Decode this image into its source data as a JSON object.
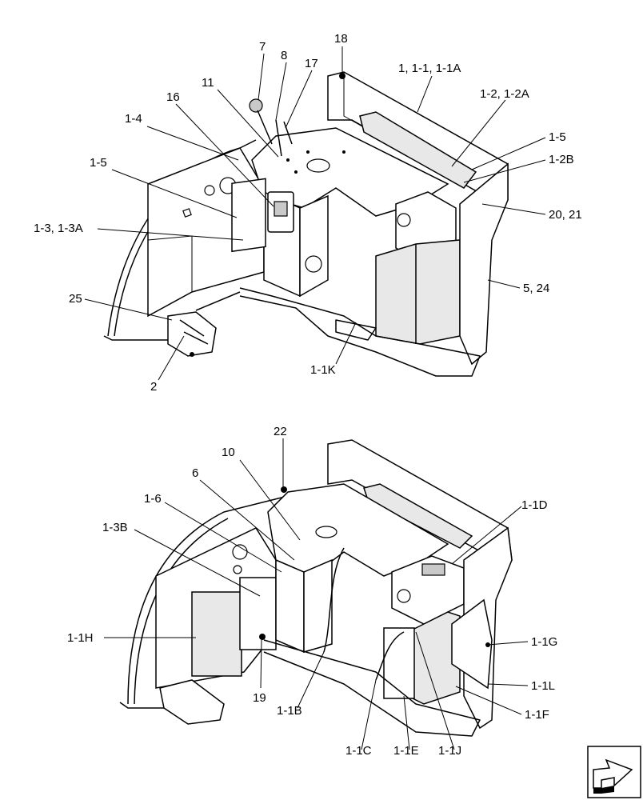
{
  "diagram": {
    "top_view_callouts": [
      {
        "id": "c7",
        "text": "7"
      },
      {
        "id": "c8",
        "text": "8"
      },
      {
        "id": "c17",
        "text": "17"
      },
      {
        "id": "c18",
        "text": "18"
      },
      {
        "id": "c1",
        "text": "1, 1-1, 1-1A"
      },
      {
        "id": "c11",
        "text": "11"
      },
      {
        "id": "c16",
        "text": "16"
      },
      {
        "id": "c1_4",
        "text": "1-4"
      },
      {
        "id": "c1_2",
        "text": "1-2, 1-2A"
      },
      {
        "id": "c1_5r",
        "text": "1-5"
      },
      {
        "id": "c1_2B",
        "text": "1-2B"
      },
      {
        "id": "c1_5l",
        "text": "1-5"
      },
      {
        "id": "c20",
        "text": "20, 21"
      },
      {
        "id": "c1_3",
        "text": "1-3, 1-3A"
      },
      {
        "id": "c5",
        "text": "5, 24"
      },
      {
        "id": "c25",
        "text": "25"
      },
      {
        "id": "c1_1K",
        "text": "1-1K"
      },
      {
        "id": "c2",
        "text": "2"
      }
    ],
    "bottom_view_callouts": [
      {
        "id": "c22",
        "text": "22"
      },
      {
        "id": "c10",
        "text": "10"
      },
      {
        "id": "c6",
        "text": "6"
      },
      {
        "id": "c1_1D",
        "text": "1-1D"
      },
      {
        "id": "c1_6",
        "text": "1-6"
      },
      {
        "id": "c1_3B",
        "text": "1-3B"
      },
      {
        "id": "c1_1H",
        "text": "1-1H"
      },
      {
        "id": "c1_1G",
        "text": "1-1G"
      },
      {
        "id": "c1_1L",
        "text": "1-1L"
      },
      {
        "id": "c19",
        "text": "19"
      },
      {
        "id": "c1_1B",
        "text": "1-1B"
      },
      {
        "id": "c1_1F",
        "text": "1-1F"
      },
      {
        "id": "c1_1C",
        "text": "1-1C"
      },
      {
        "id": "c1_1E",
        "text": "1-1E"
      },
      {
        "id": "c1_1J",
        "text": "1-1J"
      }
    ]
  },
  "nav_icon": {
    "name": "next-page-arrow-icon"
  }
}
